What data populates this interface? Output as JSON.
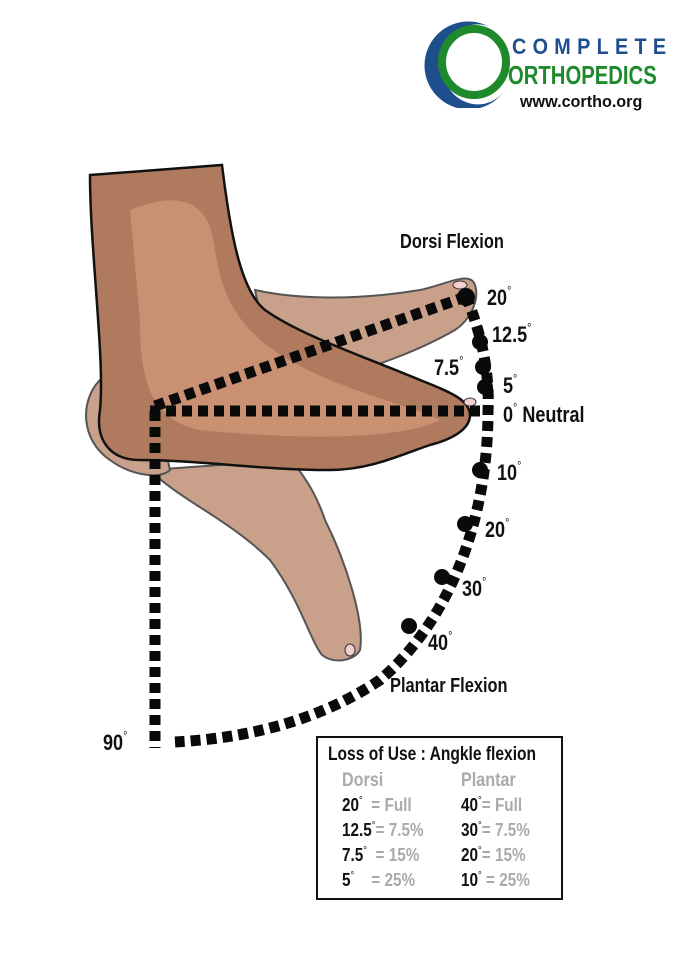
{
  "logo": {
    "line1": "COMPLETE",
    "line2": "ORTHOPEDICS",
    "url": "www.cortho.org",
    "colors": {
      "blue": "#1f4e8c",
      "green": "#1f8a2c"
    }
  },
  "diagram": {
    "dorsi_title": "Dorsi Flexion",
    "plantar_title": "Plantar Flexion",
    "neutral_label": "Neutral",
    "degree_symbol": "°",
    "dorsi_marks": [
      "20",
      "12.5",
      "7.5",
      "5"
    ],
    "neutral_mark": "0",
    "plantar_marks": [
      "10",
      "20",
      "30",
      "40"
    ],
    "right_angle_mark": "90",
    "skin_colors": {
      "main": "#b07a5e",
      "light": "#d49a7a",
      "shadow": "#c8a08a"
    }
  },
  "table": {
    "title": "Loss of Use : Angkle flexion",
    "dorsi_header": "Dorsi",
    "plantar_header": "Plantar",
    "dorsi_rows": [
      {
        "deg": "20",
        "val": "= Full"
      },
      {
        "deg": "12.5",
        "val": "= 7.5%"
      },
      {
        "deg": "7.5",
        "val": "= 15%"
      },
      {
        "deg": "5",
        "val": "= 25%"
      }
    ],
    "plantar_rows": [
      {
        "deg": "40",
        "val": "= Full"
      },
      {
        "deg": "30",
        "val": "= 7.5%"
      },
      {
        "deg": "20",
        "val": "= 15%"
      },
      {
        "deg": "10",
        "val": "= 25%"
      }
    ]
  }
}
